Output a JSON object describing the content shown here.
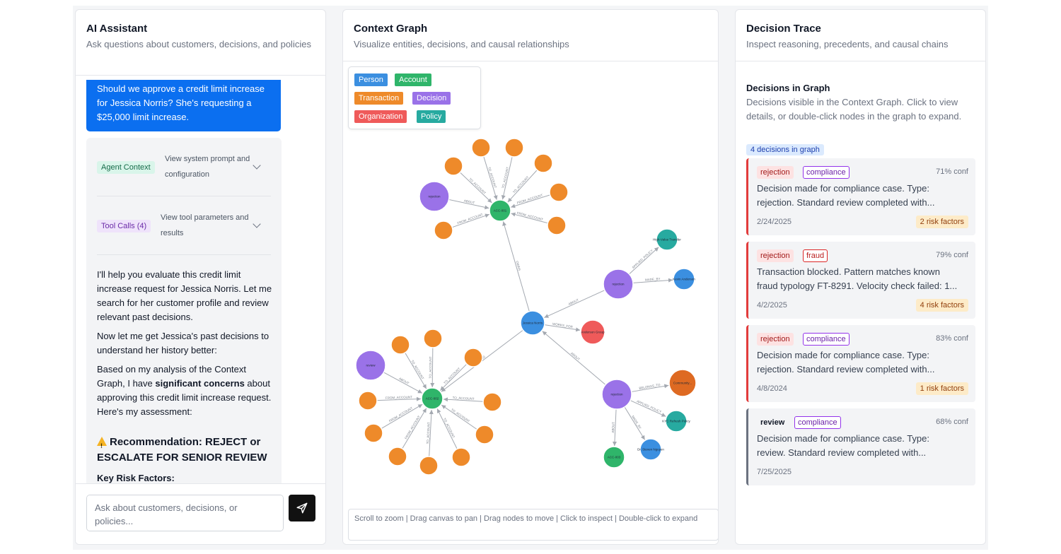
{
  "assistant": {
    "title": "AI Assistant",
    "subtitle": "Ask questions about customers, decisions, and policies",
    "user_message": "Should we approve a credit limit increase for Jessica Norris? She's requesting a $25,000 limit increase.",
    "agent_context_badge": "Agent Context",
    "agent_context_desc": "View system prompt and configuration",
    "tool_calls_badge": "Tool Calls (4)",
    "tool_calls_desc": "View tool parameters and results",
    "para1": "I'll help you evaluate this credit limit increase request for Jessica Norris. Let me search for her customer profile and review relevant past decisions.",
    "para2": "Now let me get Jessica's past decisions to understand her history better:",
    "para3_pre": "Based on my analysis of the Context Graph, I have ",
    "para3_bold": "significant concerns",
    "para3_post": " about approving this credit limit increase request. Here's my assessment:",
    "recommendation": "Recommendation: REJECT or ESCALATE FOR SENIOR REVIEW",
    "key_risk": "Key Risk Factors:",
    "input_placeholder": "Ask about customers, decisions, or policies..."
  },
  "graph": {
    "title": "Context Graph",
    "subtitle": "Visualize entities, decisions, and causal relationships",
    "legend": [
      {
        "label": "Person",
        "color": "#3b8fe0"
      },
      {
        "label": "Account",
        "color": "#2fb56a"
      },
      {
        "label": "Transaction",
        "color": "#ee8a2a"
      },
      {
        "label": "Decision",
        "color": "#9a72e8"
      },
      {
        "label": "Organization",
        "color": "#ef5a5a"
      },
      {
        "label": "Policy",
        "color": "#27aaa0"
      }
    ],
    "hint": "Scroll to zoom | Drag canvas to pan | Drag nodes to move | Click to inspect | Double-click to expand",
    "node_labels": {
      "person": "Jessica Norris",
      "account_top": "ACC-001",
      "account_left": "ACC-002",
      "account_right": "ACC-003",
      "decision_top": "rejection",
      "decision_left": "review",
      "decision_mid": "rejection",
      "decision_bottom": "rejection",
      "org": "Anderson Group",
      "policy1": "High-Value Transfer",
      "policy2": "KYC Refresh Policy",
      "person2": "Kevin Anderson",
      "person3": "Dr. Steven Nguyen",
      "community": "Community..."
    },
    "edge_labels": {
      "about": "ABOUT",
      "from_account": "FROM_ACCOUNT",
      "to_account": "TO_ACCOUNT",
      "owns": "OWNS",
      "works_for": "WORKS_FOR",
      "applied_policy": "APPLIED_POLICY",
      "made_by": "MADE_BY",
      "belongs_to": "BELONGS_TO"
    }
  },
  "trace": {
    "title": "Decision Trace",
    "subtitle": "Inspect reasoning, precedents, and causal chains",
    "section_title": "Decisions in Graph",
    "section_desc": "Decisions visible in the Context Graph. Click to view details, or double-click nodes in the graph to expand.",
    "count_badge": "4 decisions in graph",
    "decisions": [
      {
        "type": "rejection",
        "category": "compliance",
        "confidence": "71% conf",
        "line1": "Decision made for compliance case. Type:",
        "line2": "rejection. Standard review completed with...",
        "date": "2/24/2025",
        "risk": "2 risk factors"
      },
      {
        "type": "rejection",
        "category": "fraud",
        "confidence": "79% conf",
        "line1": "Transaction blocked. Pattern matches known",
        "line2": "fraud typology FT-8291. Velocity check failed: 1...",
        "date": "4/2/2025",
        "risk": "4 risk factors"
      },
      {
        "type": "rejection",
        "category": "compliance",
        "confidence": "83% conf",
        "line1": "Decision made for compliance case. Type:",
        "line2": "rejection. Standard review completed with...",
        "date": "4/8/2024",
        "risk": "1 risk factors"
      },
      {
        "type": "review",
        "category": "compliance",
        "confidence": "68% conf",
        "line1": "Decision made for compliance case. Type:",
        "line2": "review. Standard review completed with...",
        "date": "7/25/2025",
        "risk": ""
      }
    ]
  }
}
